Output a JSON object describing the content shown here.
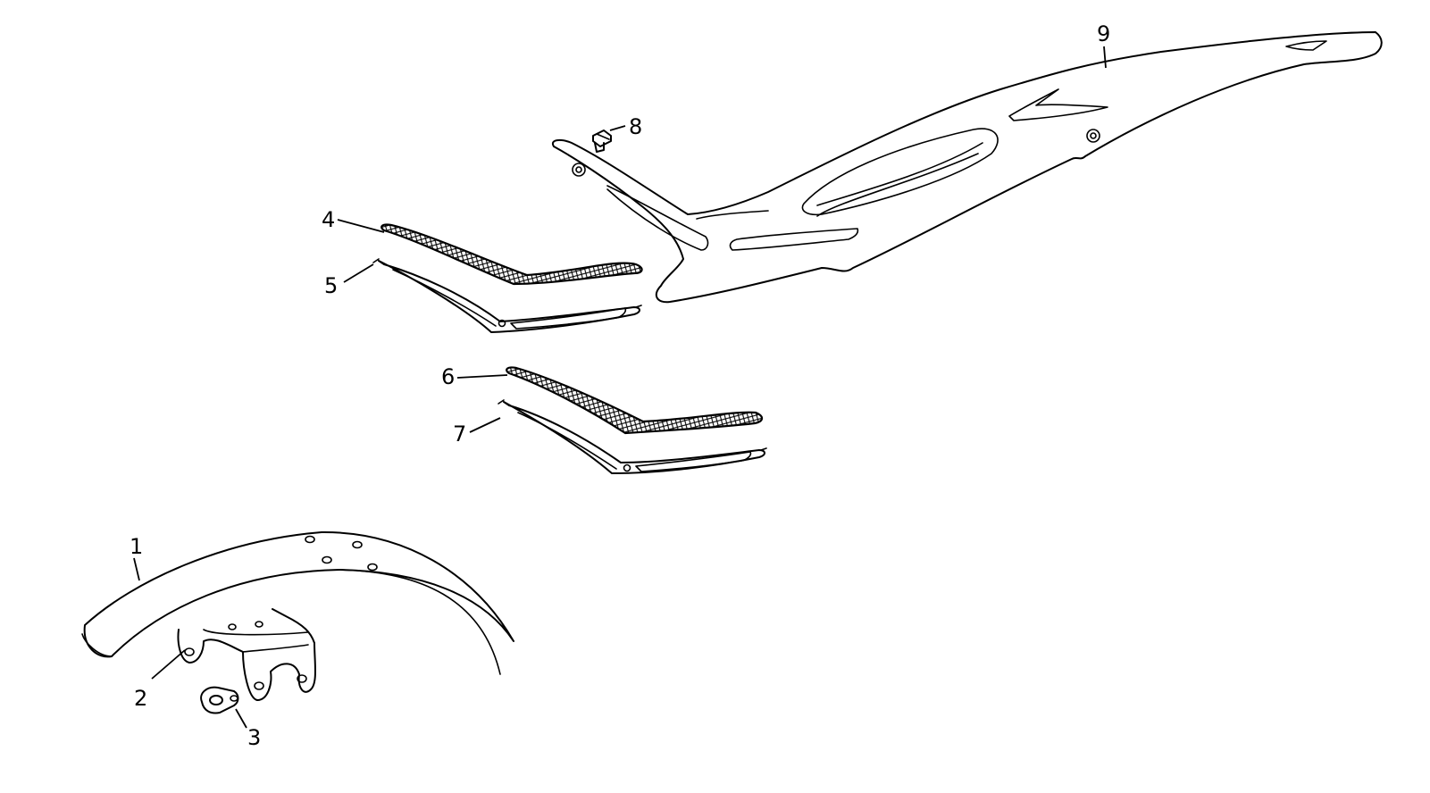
{
  "diagram": {
    "callouts": [
      {
        "id": "c1",
        "label": "1"
      },
      {
        "id": "c2",
        "label": "2"
      },
      {
        "id": "c3",
        "label": "3"
      },
      {
        "id": "c4",
        "label": "4"
      },
      {
        "id": "c5",
        "label": "5"
      },
      {
        "id": "c6",
        "label": "6"
      },
      {
        "id": "c7",
        "label": "7"
      },
      {
        "id": "c8",
        "label": "8"
      },
      {
        "id": "c9",
        "label": "9"
      }
    ],
    "line_color": "#000000",
    "background": "#ffffff"
  }
}
